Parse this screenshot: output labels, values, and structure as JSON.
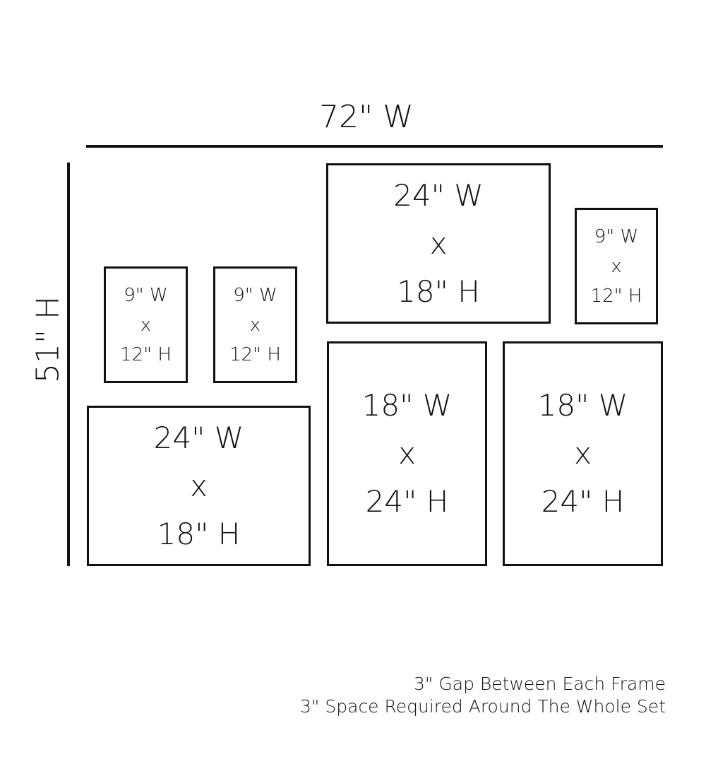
{
  "overall": {
    "width_label": "72\" W",
    "height_label": "51\" H"
  },
  "frames": [
    {
      "w": "9\" W",
      "x": "x",
      "h": "12\" H"
    },
    {
      "w": "9\" W",
      "x": "x",
      "h": "12\" H"
    },
    {
      "w": "24\" W",
      "x": "x",
      "h": "18\" H"
    },
    {
      "w": "24\" W",
      "x": "x",
      "h": "18\" H"
    },
    {
      "w": "9\" W",
      "x": "x",
      "h": "12\" H"
    },
    {
      "w": "18\" W",
      "x": "x",
      "h": "24\" H"
    },
    {
      "w": "18\" W",
      "x": "x",
      "h": "24\" H"
    }
  ],
  "notes": [
    "3\" Gap Between Each Frame",
    "3\" Space Required Around The Whole Set"
  ]
}
